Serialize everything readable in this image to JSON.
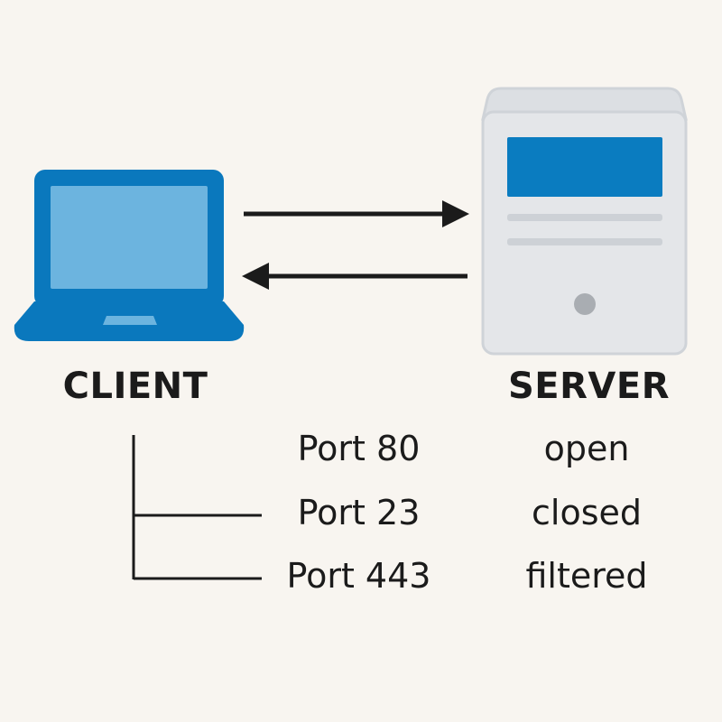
{
  "nodes": {
    "client": {
      "label": "CLIENT",
      "icon": "laptop-icon"
    },
    "server": {
      "label": "SERVER",
      "icon": "server-icon"
    }
  },
  "ports": [
    {
      "name": "Port 80",
      "state": "open"
    },
    {
      "name": "Port 23",
      "state": "closed"
    },
    {
      "name": "Port 443",
      "state": "filtered"
    }
  ],
  "colors": {
    "background": "#f8f5f0",
    "laptop_blue": "#0a78bd",
    "laptop_screen": "#6cb4df",
    "server_body": "#e4e6e9",
    "server_outline": "#cfd3d8",
    "server_panel": "#0a7cc0",
    "server_lines": "#cdd1d6",
    "server_button": "#a9adb2",
    "ink": "#1b1b1b"
  }
}
